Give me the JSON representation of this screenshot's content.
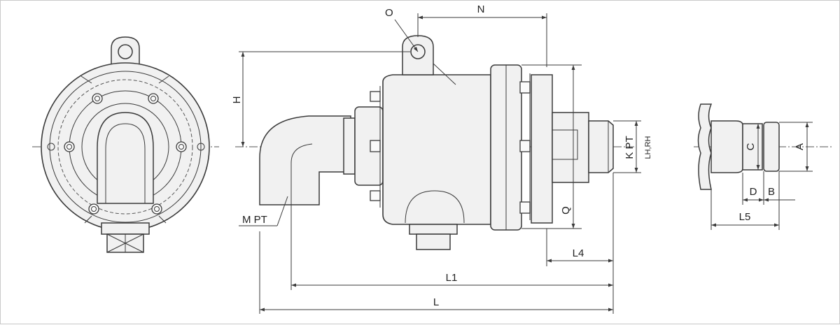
{
  "labels": {
    "O": "O",
    "N": "N",
    "H": "H",
    "M_PT": "M PT",
    "K_PT": "K PT",
    "LH_RH": "LH,RH",
    "Q": "Q",
    "L4": "L4",
    "L1": "L1",
    "L": "L",
    "C": "C",
    "A": "A",
    "D": "D",
    "B": "B",
    "L5": "L5"
  }
}
